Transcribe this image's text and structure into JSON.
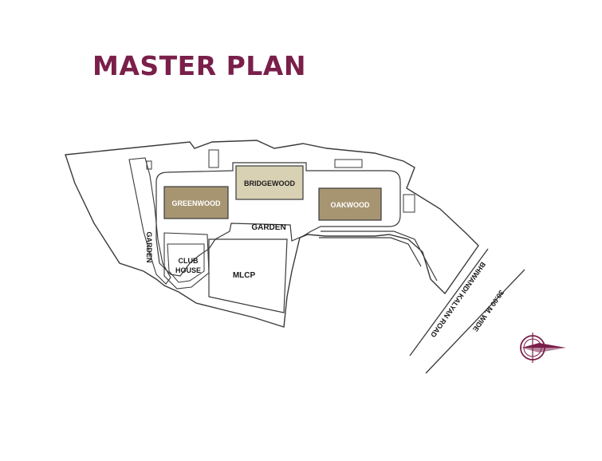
{
  "title": "MASTER PLAN",
  "colors": {
    "title": "#7a1f4a",
    "outline": "#3a3a3a",
    "building_greenwood": "#a79572",
    "building_bridgewood": "#d9d1b4",
    "building_oakwood": "#a79572",
    "compass": "#7a1f4a"
  },
  "labels": {
    "greenwood": "GREENWOOD",
    "bridgewood": "BRIDGEWOOD",
    "oakwood": "OAKWOOD",
    "garden_center": "GARDEN",
    "garden_left": "GARDEN",
    "club_house_line1": "CLUB",
    "club_house_line2": "HOUSE",
    "mlcp": "MLCP",
    "road_name": "BHIWANDI KALYAN ROAD",
    "road_width": "30.00 M. WIDE"
  },
  "compass": {
    "icon": "compass-north-arrow-icon"
  }
}
